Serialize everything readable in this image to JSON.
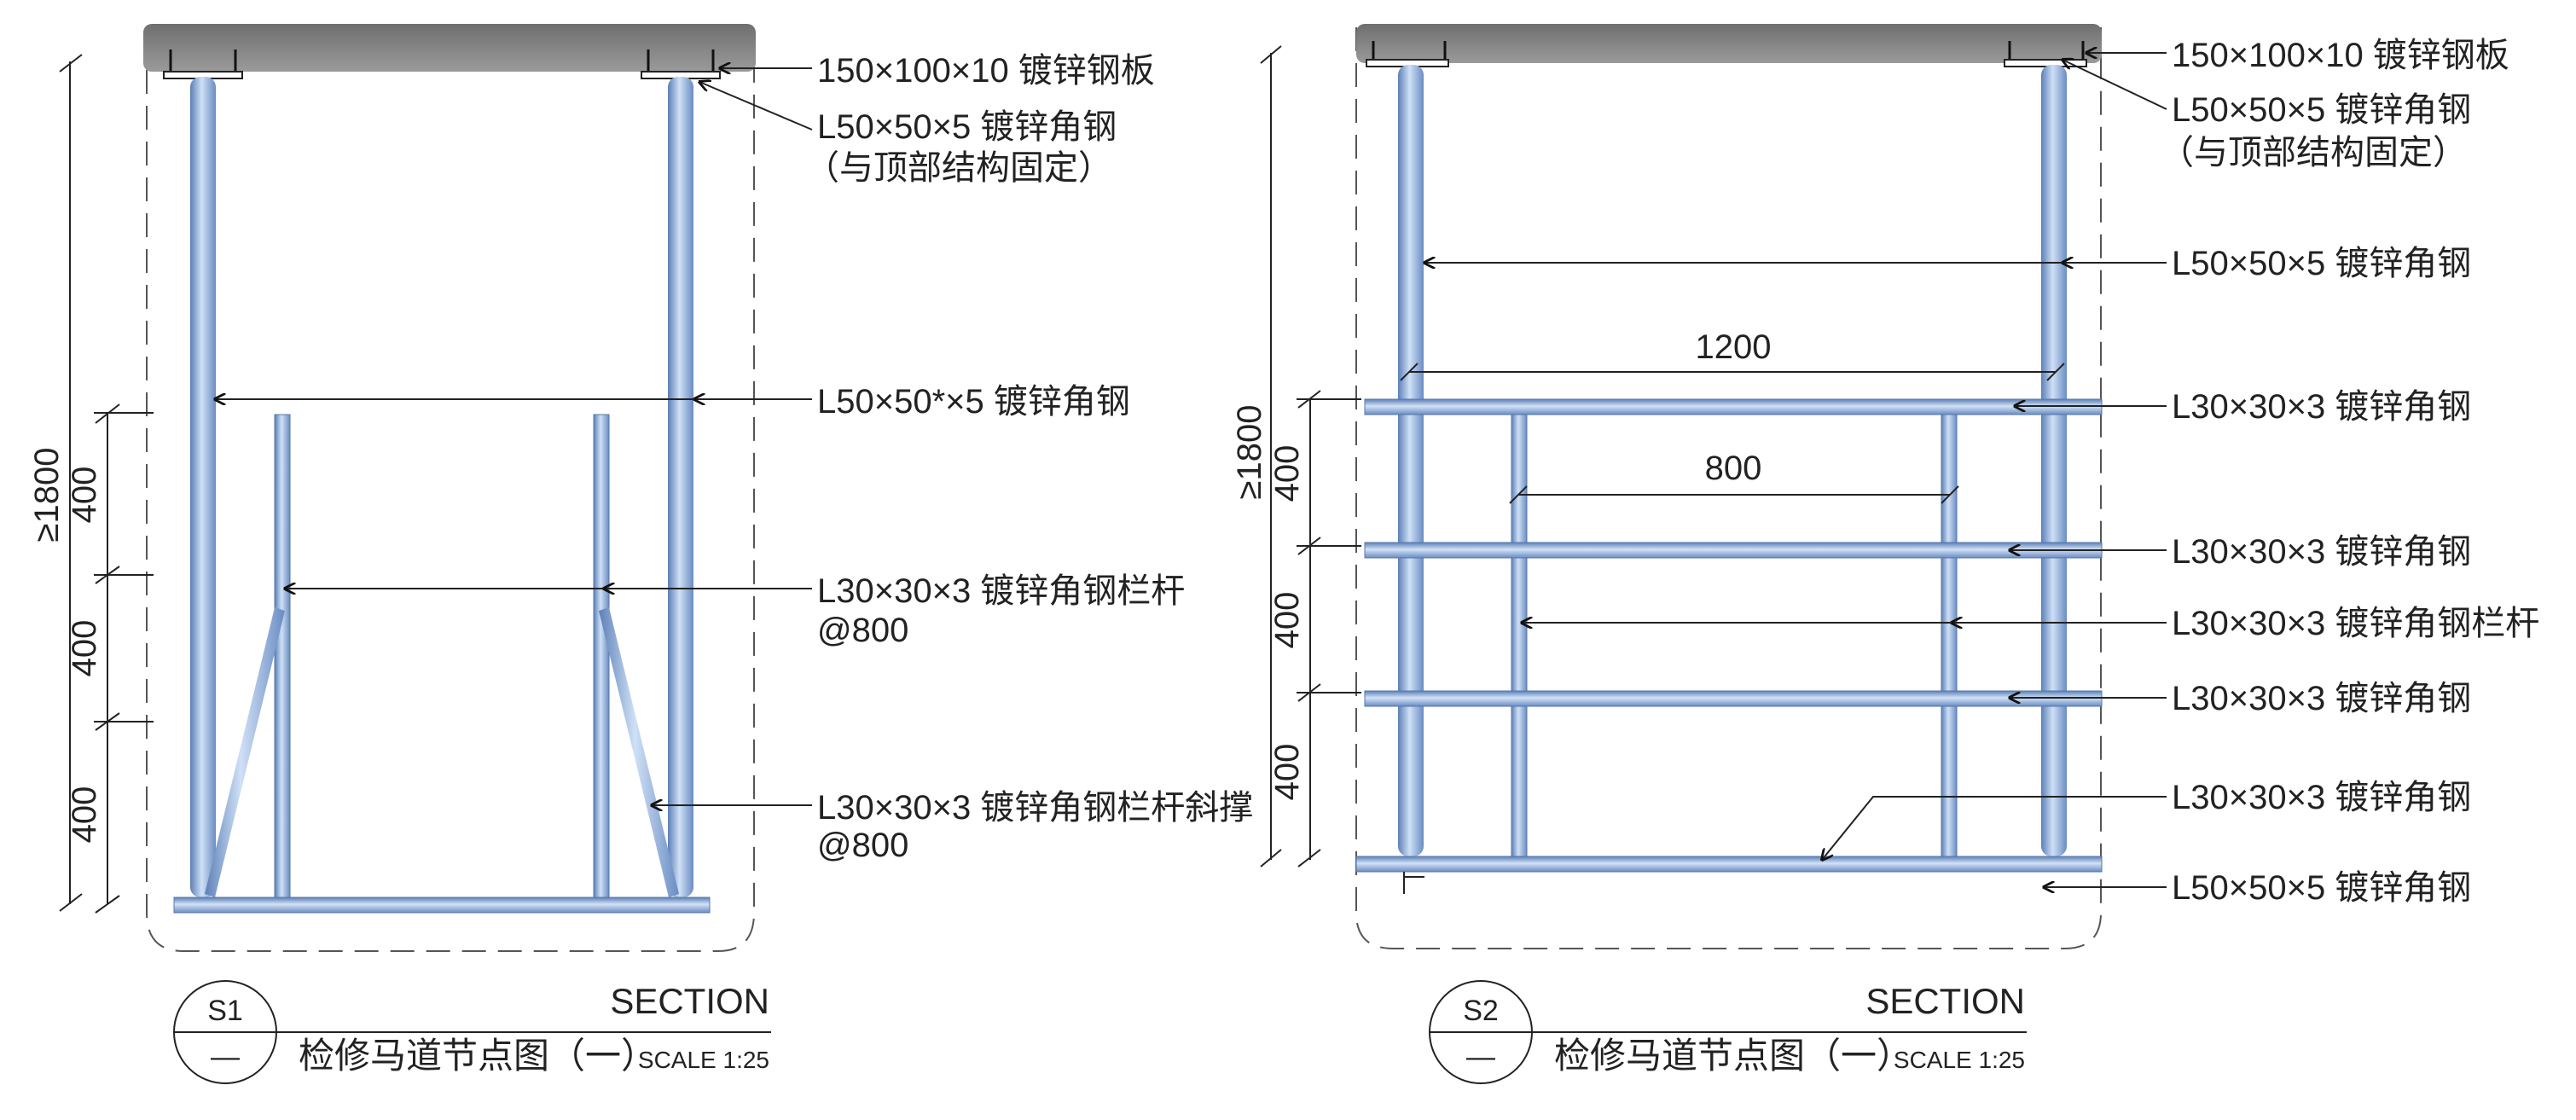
{
  "views": [
    {
      "id": "S1",
      "tag_number": "S1",
      "tag_sub": "—",
      "section_text": "SECTION",
      "title": "检修马道节点图（一）",
      "scale": "SCALE 1:25",
      "dims": {
        "total": "≥1800",
        "seg1": "400",
        "seg2": "400",
        "seg3": "400"
      },
      "labels": {
        "plate": "150×100×10 镀锌钢板",
        "hanger": "L50×50×5 镀锌角钢",
        "hanger_note": "（与顶部结构固定）",
        "post": "L50×50*×5 镀锌角钢",
        "rail": "L30×30×3 镀锌角钢栏杆",
        "rail_spacing": "@800",
        "brace": "L30×30×3 镀锌角钢栏杆斜撑",
        "brace_spacing": "@800"
      }
    },
    {
      "id": "S2",
      "tag_number": "S2",
      "tag_sub": "—",
      "section_text": "SECTION",
      "title": "检修马道节点图（一）",
      "scale": "SCALE 1:25",
      "dims": {
        "total": "≥1800",
        "seg1": "400",
        "seg2": "400",
        "seg3": "400",
        "width_outer": "1200",
        "width_inner": "800"
      },
      "labels": {
        "plate": "150×100×10 镀锌钢板",
        "hanger": "L50×50×5 镀锌角钢",
        "hanger_note": "（与顶部结构固定）",
        "post": "L50×50×5 镀锌角钢",
        "rail_top": "L30×30×3 镀锌角钢",
        "rail_mid": "L30×30×3 镀锌角钢",
        "baluster": "L30×30×3 镀锌角钢栏杆",
        "rail_low": "L30×30×3 镀锌角钢",
        "floor": "L30×30×3 镀锌角钢",
        "bottom": "L50×50×5 镀锌角钢"
      }
    }
  ]
}
